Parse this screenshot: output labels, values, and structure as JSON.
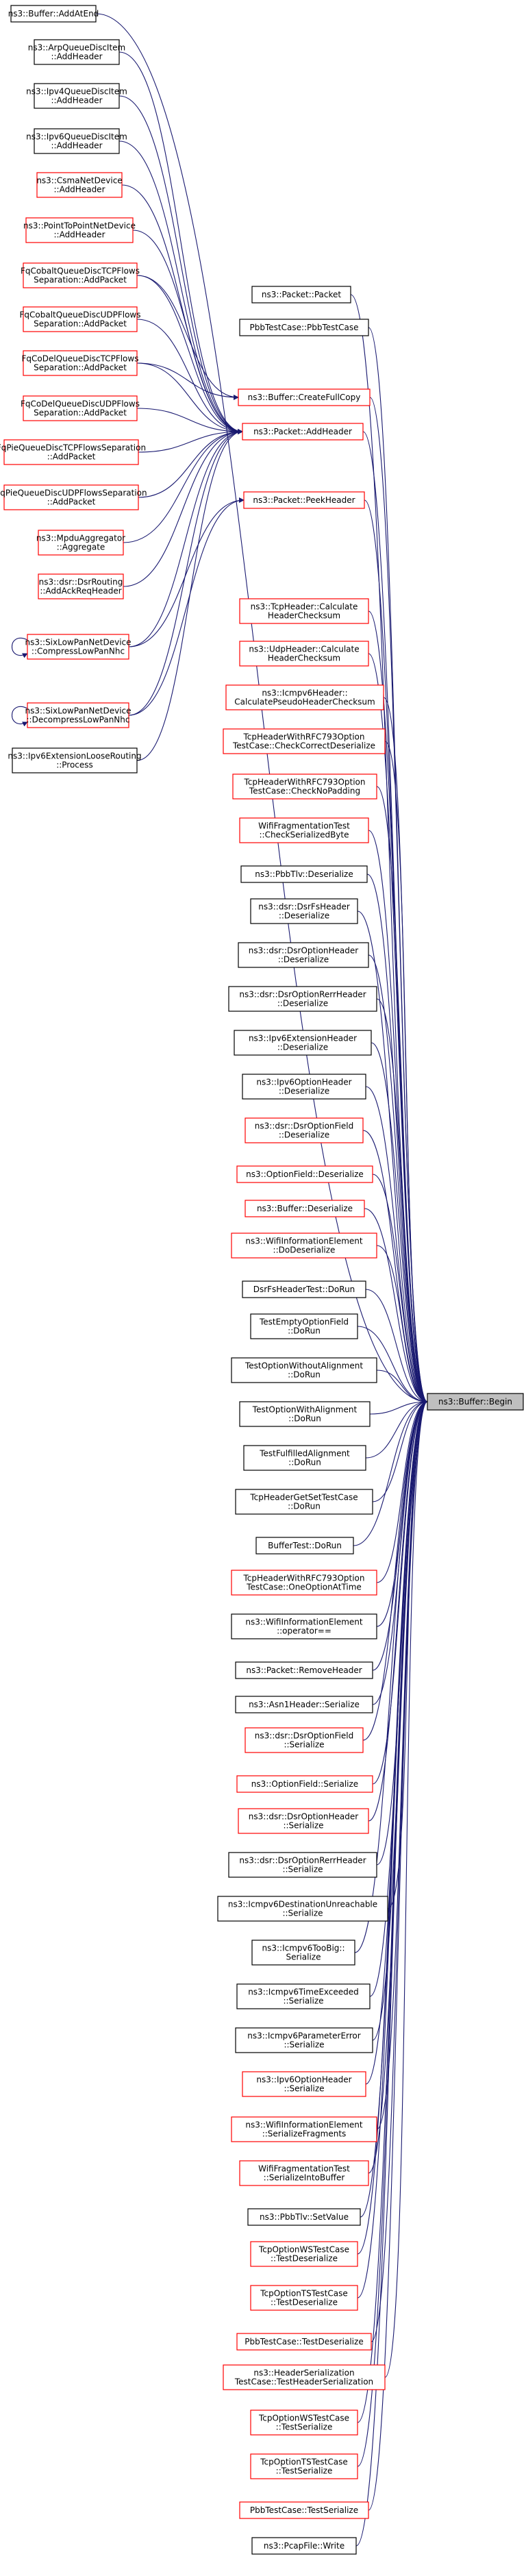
{
  "graph": {
    "target": "ns3::Buffer::Begin",
    "colors": {
      "edge": "#191970",
      "red_border": "#ff0000",
      "black_border": "#000000",
      "target_fill": "#bfbfbf"
    },
    "nodes": [
      {
        "id": "buffer_addatend",
        "lines": [
          "ns3::Buffer::AddAtEnd"
        ],
        "border": "black"
      },
      {
        "id": "arp_addheader",
        "lines": [
          "ns3::ArpQueueDiscItem",
          "::AddHeader"
        ],
        "border": "black"
      },
      {
        "id": "ipv4q_addheader",
        "lines": [
          "ns3::Ipv4QueueDiscItem",
          "::AddHeader"
        ],
        "border": "black"
      },
      {
        "id": "ipv6q_addheader",
        "lines": [
          "ns3::Ipv6QueueDiscItem",
          "::AddHeader"
        ],
        "border": "black"
      },
      {
        "id": "csma_addheader",
        "lines": [
          "ns3::CsmaNetDevice",
          "::AddHeader"
        ],
        "border": "red"
      },
      {
        "id": "p2p_addheader",
        "lines": [
          "ns3::PointToPointNetDevice",
          "::AddHeader"
        ],
        "border": "red"
      },
      {
        "id": "fqcobalt_tcp",
        "lines": [
          "FqCobaltQueueDiscTCPFlows",
          "Separation::AddPacket"
        ],
        "border": "red"
      },
      {
        "id": "fqcobalt_udp",
        "lines": [
          "FqCobaltQueueDiscUDPFlows",
          "Separation::AddPacket"
        ],
        "border": "red"
      },
      {
        "id": "fqcodel_tcp",
        "lines": [
          "FqCoDelQueueDiscTCPFlows",
          "Separation::AddPacket"
        ],
        "border": "red"
      },
      {
        "id": "fqcodel_udp",
        "lines": [
          "FqCoDelQueueDiscUDPFlows",
          "Separation::AddPacket"
        ],
        "border": "red"
      },
      {
        "id": "fqpie_tcp",
        "lines": [
          "FqPieQueueDiscTCPFlowsSeparation",
          "::AddPacket"
        ],
        "border": "red"
      },
      {
        "id": "fqpie_udp",
        "lines": [
          "FqPieQueueDiscUDPFlowsSeparation",
          "::AddPacket"
        ],
        "border": "red"
      },
      {
        "id": "mpdu_aggregate",
        "lines": [
          "ns3::MpduAggregator",
          "::Aggregate"
        ],
        "border": "red"
      },
      {
        "id": "dsr_addack",
        "lines": [
          "ns3::dsr::DsrRouting",
          "::AddAckReqHeader"
        ],
        "border": "red"
      },
      {
        "id": "sixlow_compress",
        "lines": [
          "ns3::SixLowPanNetDevice",
          "::CompressLowPanNhc"
        ],
        "border": "red"
      },
      {
        "id": "sixlow_decompress",
        "lines": [
          "ns3::SixLowPanNetDevice",
          "::DecompressLowPanNhc"
        ],
        "border": "red"
      },
      {
        "id": "ipv6ext_process",
        "lines": [
          "ns3::Ipv6ExtensionLooseRouting",
          "::Process"
        ],
        "border": "black"
      },
      {
        "id": "packet_packet",
        "lines": [
          "ns3::Packet::Packet"
        ],
        "border": "black"
      },
      {
        "id": "pbb_testcase",
        "lines": [
          "PbbTestCase::PbbTestCase"
        ],
        "border": "black"
      },
      {
        "id": "buffer_createfullcopy",
        "lines": [
          "ns3::Buffer::CreateFullCopy"
        ],
        "border": "red"
      },
      {
        "id": "packet_addheader",
        "lines": [
          "ns3::Packet::AddHeader"
        ],
        "border": "red"
      },
      {
        "id": "packet_peekheader",
        "lines": [
          "ns3::Packet::PeekHeader"
        ],
        "border": "red"
      },
      {
        "id": "tcp_calc",
        "lines": [
          "ns3::TcpHeader::Calculate",
          "HeaderChecksum"
        ],
        "border": "red"
      },
      {
        "id": "udp_calc",
        "lines": [
          "ns3::UdpHeader::Calculate",
          "HeaderChecksum"
        ],
        "border": "red"
      },
      {
        "id": "icmpv6_calc",
        "lines": [
          "ns3::Icmpv6Header::",
          "CalculatePseudoHeaderChecksum"
        ],
        "border": "red"
      },
      {
        "id": "tcp7930_check",
        "lines": [
          "TcpHeaderWithRFC793Option",
          "TestCase::CheckCorrectDeserialize"
        ],
        "border": "red"
      },
      {
        "id": "tcp7930_nopad",
        "lines": [
          "TcpHeaderWithRFC793Option",
          "TestCase::CheckNoPadding"
        ],
        "border": "red"
      },
      {
        "id": "wififrag_check",
        "lines": [
          "WifiFragmentationTest",
          "::CheckSerializedByte"
        ],
        "border": "red"
      },
      {
        "id": "pbbtlv_deser",
        "lines": [
          "ns3::PbbTlv::Deserialize"
        ],
        "border": "black"
      },
      {
        "id": "dsrfs_deser",
        "lines": [
          "ns3::dsr::DsrFsHeader",
          "::Deserialize"
        ],
        "border": "black"
      },
      {
        "id": "dsropt_deser",
        "lines": [
          "ns3::dsr::DsrOptionHeader",
          "::Deserialize"
        ],
        "border": "black"
      },
      {
        "id": "dsrrerr_deser",
        "lines": [
          "ns3::dsr::DsrOptionRerrHeader",
          "::Deserialize"
        ],
        "border": "black"
      },
      {
        "id": "ipv6ext_deser",
        "lines": [
          "ns3::Ipv6ExtensionHeader",
          "::Deserialize"
        ],
        "border": "black"
      },
      {
        "id": "ipv6opt_deser",
        "lines": [
          "ns3::Ipv6OptionHeader",
          "::Deserialize"
        ],
        "border": "black"
      },
      {
        "id": "dsroptfield_deser",
        "lines": [
          "ns3::dsr::DsrOptionField",
          "::Deserialize"
        ],
        "border": "red"
      },
      {
        "id": "optfield_deser",
        "lines": [
          "ns3::OptionField::Deserialize"
        ],
        "border": "red"
      },
      {
        "id": "buffer_deser",
        "lines": [
          "ns3::Buffer::Deserialize"
        ],
        "border": "red"
      },
      {
        "id": "wifiinfo_dodeser",
        "lines": [
          "ns3::WifiInformationElement",
          "::DoDeserialize"
        ],
        "border": "red"
      },
      {
        "id": "dsrfs_dorun",
        "lines": [
          "DsrFsHeaderTest::DoRun"
        ],
        "border": "black"
      },
      {
        "id": "testempty_dorun",
        "lines": [
          "TestEmptyOptionField",
          "::DoRun"
        ],
        "border": "black"
      },
      {
        "id": "testwoalign_dorun",
        "lines": [
          "TestOptionWithoutAlignment",
          "::DoRun"
        ],
        "border": "black"
      },
      {
        "id": "testwalign_dorun",
        "lines": [
          "TestOptionWithAlignment",
          "::DoRun"
        ],
        "border": "black"
      },
      {
        "id": "testfulfilled_dorun",
        "lines": [
          "TestFulfilledAlignment",
          "::DoRun"
        ],
        "border": "black"
      },
      {
        "id": "tcpgetset_dorun",
        "lines": [
          "TcpHeaderGetSetTestCase",
          "::DoRun"
        ],
        "border": "black"
      },
      {
        "id": "buffertest_dorun",
        "lines": [
          "BufferTest::DoRun"
        ],
        "border": "black"
      },
      {
        "id": "tcp7930_oneopt",
        "lines": [
          "TcpHeaderWithRFC793Option",
          "TestCase::OneOptionAtTime"
        ],
        "border": "red"
      },
      {
        "id": "wifiinfo_eq",
        "lines": [
          "ns3::WifiInformationElement",
          "::operator=="
        ],
        "border": "black"
      },
      {
        "id": "packet_removeheader",
        "lines": [
          "ns3::Packet::RemoveHeader"
        ],
        "border": "black"
      },
      {
        "id": "asn1_ser",
        "lines": [
          "ns3::Asn1Header::Serialize"
        ],
        "border": "black"
      },
      {
        "id": "dsroptfield_ser",
        "lines": [
          "ns3::dsr::DsrOptionField",
          "::Serialize"
        ],
        "border": "red"
      },
      {
        "id": "optfield_ser",
        "lines": [
          "ns3::OptionField::Serialize"
        ],
        "border": "red"
      },
      {
        "id": "dsropt_ser",
        "lines": [
          "ns3::dsr::DsrOptionHeader",
          "::Serialize"
        ],
        "border": "red"
      },
      {
        "id": "dsrrerr_ser",
        "lines": [
          "ns3::dsr::DsrOptionRerrHeader",
          "::Serialize"
        ],
        "border": "black"
      },
      {
        "id": "icmpv6dest_ser",
        "lines": [
          "ns3::Icmpv6DestinationUnreachable",
          "::Serialize"
        ],
        "border": "black"
      },
      {
        "id": "icmpv6toobig_ser",
        "lines": [
          "ns3::Icmpv6TooBig::",
          "Serialize"
        ],
        "border": "black"
      },
      {
        "id": "icmpv6time_ser",
        "lines": [
          "ns3::Icmpv6TimeExceeded",
          "::Serialize"
        ],
        "border": "black"
      },
      {
        "id": "icmpv6param_ser",
        "lines": [
          "ns3::Icmpv6ParameterError",
          "::Serialize"
        ],
        "border": "black"
      },
      {
        "id": "ipv6opt_ser",
        "lines": [
          "ns3::Ipv6OptionHeader",
          "::Serialize"
        ],
        "border": "red"
      },
      {
        "id": "wifiinfo_serfrag",
        "lines": [
          "ns3::WifiInformationElement",
          "::SerializeFragments"
        ],
        "border": "red"
      },
      {
        "id": "wififrag_serinto",
        "lines": [
          "WifiFragmentationTest",
          "::SerializeIntoBuffer"
        ],
        "border": "red"
      },
      {
        "id": "pbbtlv_setvalue",
        "lines": [
          "ns3::PbbTlv::SetValue"
        ],
        "border": "black"
      },
      {
        "id": "tcpws_testdeser",
        "lines": [
          "TcpOptionWSTestCase",
          "::TestDeserialize"
        ],
        "border": "red"
      },
      {
        "id": "tcpts_testdeser",
        "lines": [
          "TcpOptionTSTestCase",
          "::TestDeserialize"
        ],
        "border": "red"
      },
      {
        "id": "pbb_testdeser",
        "lines": [
          "PbbTestCase::TestDeserialize"
        ],
        "border": "red"
      },
      {
        "id": "headerser_test",
        "lines": [
          "ns3::HeaderSerialization",
          "TestCase::TestHeaderSerialization"
        ],
        "border": "red"
      },
      {
        "id": "tcpws_testser",
        "lines": [
          "TcpOptionWSTestCase",
          "::TestSerialize"
        ],
        "border": "red"
      },
      {
        "id": "tcpts_testser",
        "lines": [
          "TcpOptionTSTestCase",
          "::TestSerialize"
        ],
        "border": "red"
      },
      {
        "id": "pbb_testser",
        "lines": [
          "PbbTestCase::TestSerialize"
        ],
        "border": "red"
      },
      {
        "id": "pcap_write",
        "lines": [
          "ns3::PcapFile::Write"
        ],
        "border": "black"
      },
      {
        "id": "buffer_begin",
        "lines": [
          "ns3::Buffer::Begin"
        ],
        "border": "target"
      }
    ],
    "edges": [
      [
        "buffer_addatend",
        "buffer_begin"
      ],
      [
        "packet_packet",
        "buffer_begin"
      ],
      [
        "pbb_testcase",
        "buffer_begin"
      ],
      [
        "buffer_createfullcopy",
        "buffer_begin"
      ],
      [
        "packet_addheader",
        "buffer_begin"
      ],
      [
        "packet_peekheader",
        "buffer_begin"
      ],
      [
        "tcp_calc",
        "buffer_begin"
      ],
      [
        "udp_calc",
        "buffer_begin"
      ],
      [
        "icmpv6_calc",
        "buffer_begin"
      ],
      [
        "tcp7930_check",
        "buffer_begin"
      ],
      [
        "tcp7930_nopad",
        "buffer_begin"
      ],
      [
        "wififrag_check",
        "buffer_begin"
      ],
      [
        "pbbtlv_deser",
        "buffer_begin"
      ],
      [
        "dsrfs_deser",
        "buffer_begin"
      ],
      [
        "dsropt_deser",
        "buffer_begin"
      ],
      [
        "dsrrerr_deser",
        "buffer_begin"
      ],
      [
        "ipv6ext_deser",
        "buffer_begin"
      ],
      [
        "ipv6opt_deser",
        "buffer_begin"
      ],
      [
        "dsroptfield_deser",
        "buffer_begin"
      ],
      [
        "optfield_deser",
        "buffer_begin"
      ],
      [
        "buffer_deser",
        "buffer_begin"
      ],
      [
        "wifiinfo_dodeser",
        "buffer_begin"
      ],
      [
        "dsrfs_dorun",
        "buffer_begin"
      ],
      [
        "testempty_dorun",
        "buffer_begin"
      ],
      [
        "testwoalign_dorun",
        "buffer_begin"
      ],
      [
        "testwalign_dorun",
        "buffer_begin"
      ],
      [
        "testfulfilled_dorun",
        "buffer_begin"
      ],
      [
        "tcpgetset_dorun",
        "buffer_begin"
      ],
      [
        "buffertest_dorun",
        "buffer_begin"
      ],
      [
        "tcp7930_oneopt",
        "buffer_begin"
      ],
      [
        "wifiinfo_eq",
        "buffer_begin"
      ],
      [
        "packet_removeheader",
        "buffer_begin"
      ],
      [
        "asn1_ser",
        "buffer_begin"
      ],
      [
        "dsroptfield_ser",
        "buffer_begin"
      ],
      [
        "optfield_ser",
        "buffer_begin"
      ],
      [
        "dsropt_ser",
        "buffer_begin"
      ],
      [
        "dsrrerr_ser",
        "buffer_begin"
      ],
      [
        "icmpv6dest_ser",
        "buffer_begin"
      ],
      [
        "icmpv6toobig_ser",
        "buffer_begin"
      ],
      [
        "icmpv6time_ser",
        "buffer_begin"
      ],
      [
        "icmpv6param_ser",
        "buffer_begin"
      ],
      [
        "ipv6opt_ser",
        "buffer_begin"
      ],
      [
        "wifiinfo_serfrag",
        "buffer_begin"
      ],
      [
        "wififrag_serinto",
        "buffer_begin"
      ],
      [
        "pbbtlv_setvalue",
        "buffer_begin"
      ],
      [
        "tcpws_testdeser",
        "buffer_begin"
      ],
      [
        "tcpts_testdeser",
        "buffer_begin"
      ],
      [
        "pbb_testdeser",
        "buffer_begin"
      ],
      [
        "headerser_test",
        "buffer_begin"
      ],
      [
        "tcpws_testser",
        "buffer_begin"
      ],
      [
        "tcpts_testser",
        "buffer_begin"
      ],
      [
        "pbb_testser",
        "buffer_begin"
      ],
      [
        "pcap_write",
        "buffer_begin"
      ],
      [
        "arp_addheader",
        "packet_addheader"
      ],
      [
        "ipv4q_addheader",
        "packet_addheader"
      ],
      [
        "ipv6q_addheader",
        "packet_addheader"
      ],
      [
        "csma_addheader",
        "packet_addheader"
      ],
      [
        "p2p_addheader",
        "packet_addheader"
      ],
      [
        "fqcobalt_tcp",
        "packet_addheader"
      ],
      [
        "fqcobalt_udp",
        "packet_addheader"
      ],
      [
        "fqcodel_tcp",
        "packet_addheader"
      ],
      [
        "fqcodel_udp",
        "packet_addheader"
      ],
      [
        "fqpie_tcp",
        "packet_addheader"
      ],
      [
        "fqpie_udp",
        "packet_addheader"
      ],
      [
        "mpdu_aggregate",
        "packet_addheader"
      ],
      [
        "dsr_addack",
        "packet_addheader"
      ],
      [
        "sixlow_compress",
        "packet_addheader"
      ],
      [
        "sixlow_decompress",
        "packet_addheader"
      ],
      [
        "ipv6ext_process",
        "packet_addheader"
      ],
      [
        "fqcobalt_tcp",
        "buffer_createfullcopy"
      ],
      [
        "fqcodel_tcp",
        "buffer_createfullcopy"
      ],
      [
        "sixlow_compress",
        "packet_peekheader"
      ],
      [
        "sixlow_decompress",
        "packet_peekheader"
      ],
      [
        "sixlow_compress",
        "sixlow_compress"
      ],
      [
        "sixlow_decompress",
        "sixlow_decompress"
      ]
    ]
  }
}
